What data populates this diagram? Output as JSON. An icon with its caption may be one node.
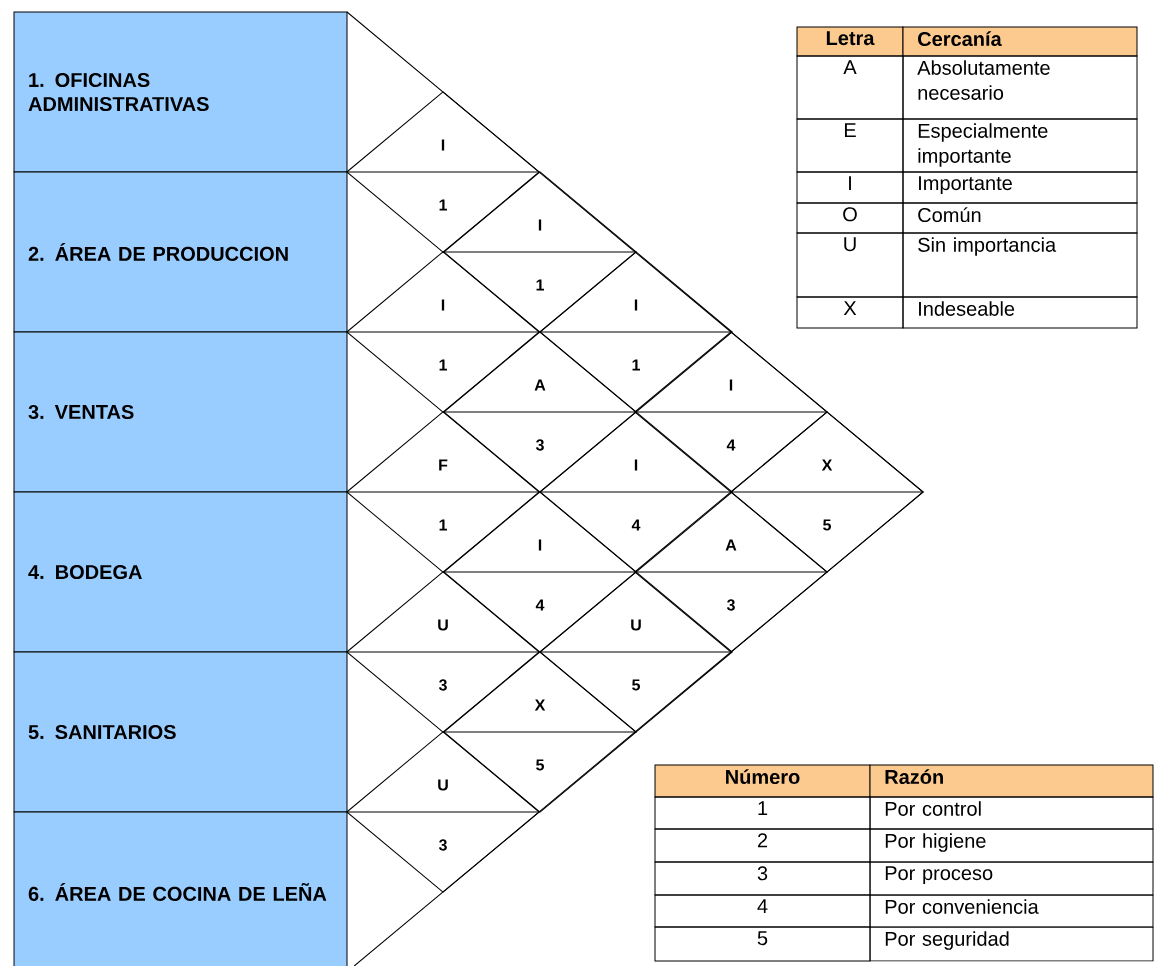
{
  "diagram": {
    "nodes": [
      {
        "text": [
          "1. OFICINAS ADMINISTRATIVAS"
        ]
      },
      {
        "text": [
          "2. ÁREA DE PRODUCCION"
        ]
      },
      {
        "text": [
          "3. VENTAS"
        ]
      },
      {
        "text": [
          "4. BODEGA"
        ]
      },
      {
        "text": [
          "5. SANITARIOS"
        ]
      },
      {
        "text": [
          "6. ÁREA DE COCINA DE LEÑA"
        ]
      },
      {
        "text": [
          "I",
          "1"
        ]
      },
      {
        "text": [
          "I",
          "1"
        ]
      },
      {
        "text": [
          "I",
          "1"
        ]
      },
      {
        "text": [
          "I",
          "1"
        ]
      },
      {
        "text": [
          "A",
          "3"
        ]
      },
      {
        "text": [
          "I",
          "4"
        ]
      },
      {
        "text": [
          "F",
          "1"
        ]
      },
      {
        "text": [
          "I",
          "4"
        ]
      },
      {
        "text": [
          "X",
          "5"
        ]
      },
      {
        "text": [
          "I",
          "4"
        ]
      },
      {
        "text": [
          "A",
          "3"
        ]
      },
      {
        "text": [
          "U",
          "3"
        ]
      },
      {
        "text": [
          "U",
          "5"
        ]
      },
      {
        "text": [
          "X",
          "5"
        ]
      },
      {
        "text": [
          "U",
          "3"
        ]
      }
    ],
    "labels": [
      "Letra",
      "Cercanía",
      "A",
      "Absolutamente necesario",
      "E",
      "Especialmente importante",
      "I",
      "Importante",
      "O",
      "Común",
      "U",
      "Sin importancia",
      "X",
      "Indeseable",
      "Número",
      "Razón",
      "1",
      "Por control",
      "2",
      "Por higiene",
      "3",
      "Por proceso",
      "4",
      "Por conveniencia",
      "5",
      "Por seguridad"
    ]
  }
}
